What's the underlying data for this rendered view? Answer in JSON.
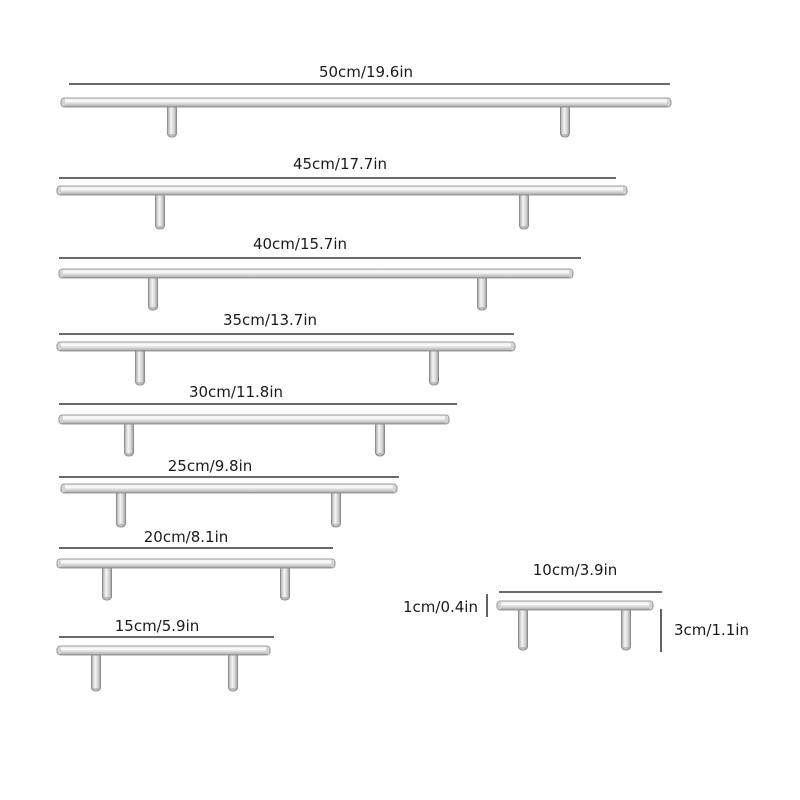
{
  "handles": [
    {
      "label": "50cm/19.6in"
    },
    {
      "label": "45cm/17.7in"
    },
    {
      "label": "40cm/15.7in"
    },
    {
      "label": "35cm/13.7in"
    },
    {
      "label": "30cm/11.8in"
    },
    {
      "label": "25cm/9.8in"
    },
    {
      "label": "20cm/8.1in"
    },
    {
      "label": "15cm/5.9in"
    },
    {
      "label": "10cm/3.9in"
    }
  ],
  "dimensions": {
    "bar_diameter": "1cm/0.4in",
    "handle_height": "3cm/1.1in"
  },
  "colors": {
    "bar_light": "#f4f4f4",
    "bar_mid": "#d2d2d2",
    "bar_dark": "#9a9a9a",
    "outline": "#7c7c7c",
    "line": "#111111"
  }
}
